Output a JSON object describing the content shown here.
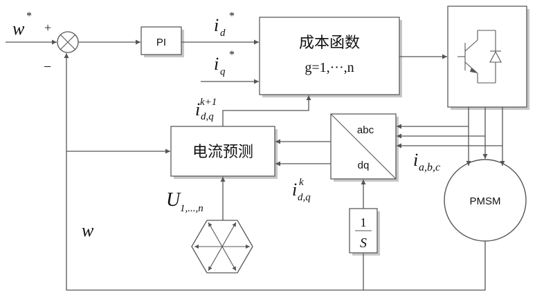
{
  "labels": {
    "speed_ref": "w",
    "speed_ref_sup": "*",
    "plus_sign": "+",
    "minus_sign": "−",
    "pi_block": "PI",
    "id_ref_base": "i",
    "id_ref_sub": "d",
    "id_ref_sup": "*",
    "iq_ref_base": "i",
    "iq_ref_sub": "q",
    "iq_ref_sup": "*",
    "cost_title": "成本函数",
    "cost_formula": "g=1,···,n",
    "predict_base": "i",
    "predict_sub": "d,q",
    "predict_sup": "k+1",
    "prediction_block": "电流预测",
    "transform_top": "abc",
    "transform_bottom": "dq",
    "measured_base": "i",
    "measured_sub": "d,q",
    "measured_sup": "k",
    "phase_current_base": "i",
    "phase_current_sub": "a,b,c",
    "motor": "PMSM",
    "voltage_base": "U",
    "voltage_sub": "1,...,n",
    "integrator_num": "1",
    "integrator_den": "S",
    "speed_feedback": "w"
  },
  "colors": {
    "line": "#555555",
    "block_border": "#5a5a5a",
    "block_shadow": "#c7c7c7",
    "text": "#111111",
    "background": "#ffffff"
  },
  "icons": {
    "summing_junction": "circle-cross-icon",
    "inverter_switch": "igbt-diode-icon",
    "voltage_vectors": "hexagon-vector-icon"
  }
}
